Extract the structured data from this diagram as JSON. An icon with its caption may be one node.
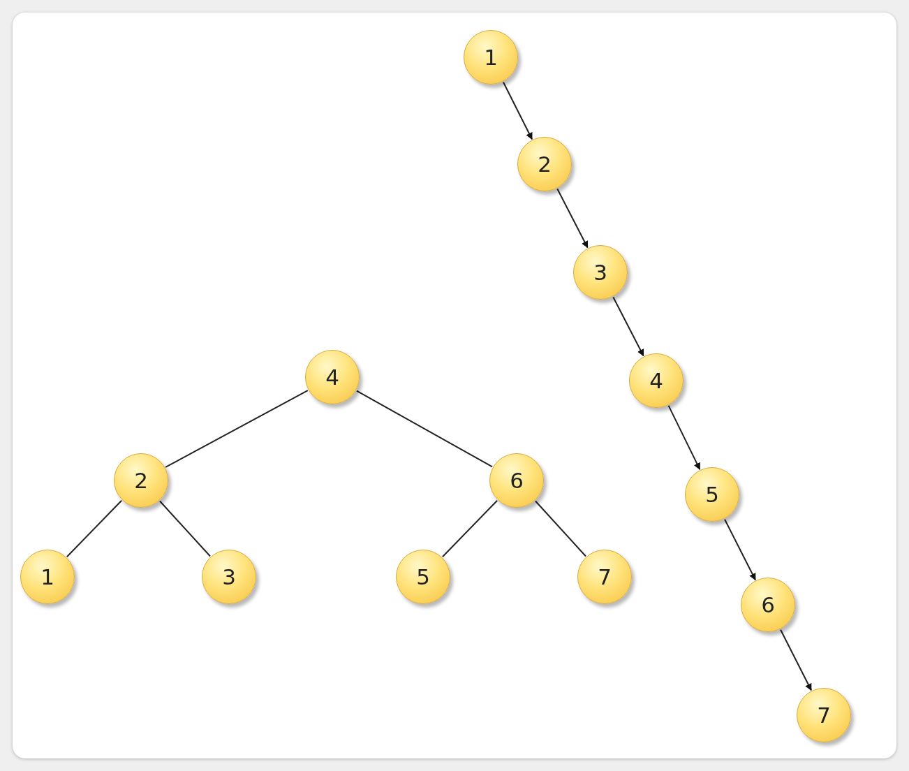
{
  "diagram": {
    "nodes": [
      {
        "text": [
          "1"
        ]
      },
      {
        "text": [
          "2"
        ]
      },
      {
        "text": [
          "3"
        ]
      },
      {
        "text": [
          "4"
        ]
      },
      {
        "text": [
          "5"
        ]
      },
      {
        "text": [
          "6"
        ]
      },
      {
        "text": [
          "7"
        ]
      },
      {
        "text": [
          "4"
        ]
      },
      {
        "text": [
          "2"
        ]
      },
      {
        "text": [
          "6"
        ]
      },
      {
        "text": [
          "1"
        ]
      },
      {
        "text": [
          "3"
        ]
      },
      {
        "text": [
          "5"
        ]
      },
      {
        "text": [
          "7"
        ]
      }
    ],
    "edges": [
      {
        "from": 0,
        "to": 1,
        "arrow": "to"
      },
      {
        "from": 1,
        "to": 2,
        "arrow": "to"
      },
      {
        "from": 2,
        "to": 3,
        "arrow": "to"
      },
      {
        "from": 3,
        "to": 4,
        "arrow": "to"
      },
      {
        "from": 4,
        "to": 5,
        "arrow": "to"
      },
      {
        "from": 5,
        "to": 6,
        "arrow": "to"
      },
      {
        "from": 7,
        "to": 8,
        "arrow": "none"
      },
      {
        "from": 7,
        "to": 9,
        "arrow": "none"
      },
      {
        "from": 8,
        "to": 10,
        "arrow": "none"
      },
      {
        "from": 8,
        "to": 11,
        "arrow": "none"
      },
      {
        "from": 9,
        "to": 12,
        "arrow": "none"
      },
      {
        "from": 9,
        "to": 13,
        "arrow": "none"
      }
    ]
  }
}
